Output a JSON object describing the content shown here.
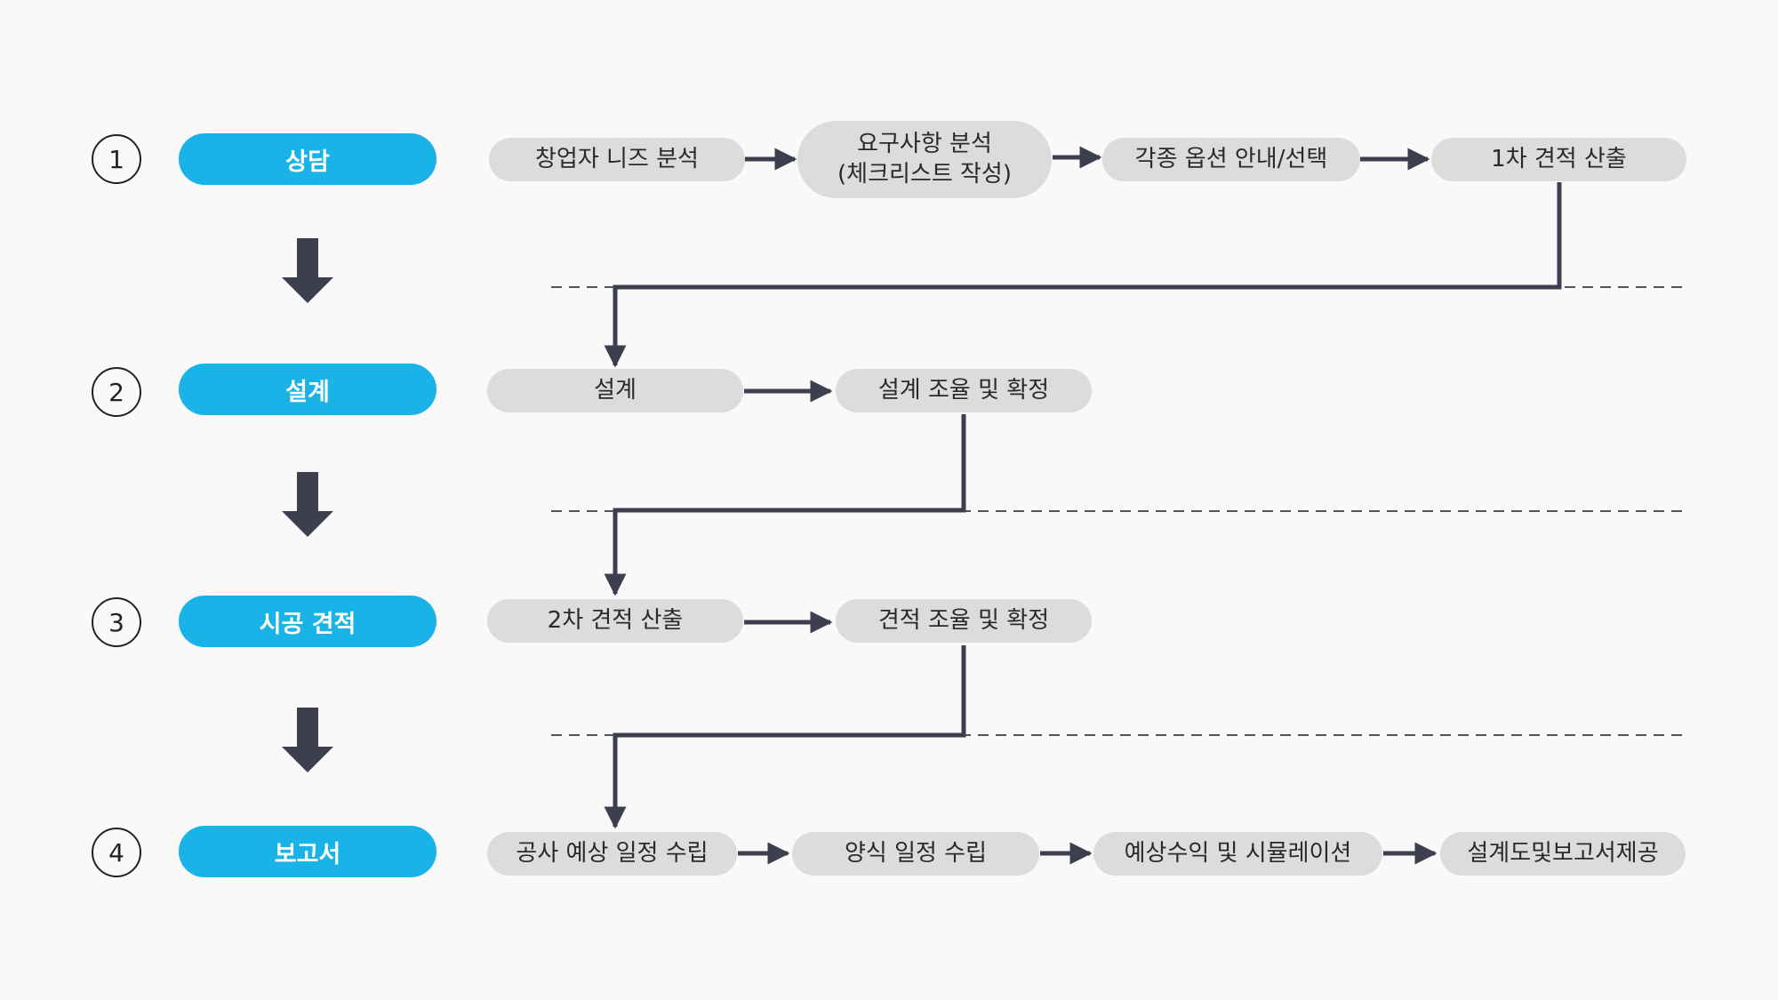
{
  "colors": {
    "stage": "#1ab3e8",
    "box": "#dcdcdc",
    "arrow": "#3d3f4f",
    "dash": "#555555"
  },
  "stages": [
    {
      "number": "1",
      "label": "상담"
    },
    {
      "number": "2",
      "label": "설계"
    },
    {
      "number": "3",
      "label": "시공 견적"
    },
    {
      "number": "4",
      "label": "보고서"
    }
  ],
  "row1": {
    "s1": "창업자 니즈 분석",
    "s2_line1": "요구사항 분석",
    "s2_line2": "(체크리스트 작성)",
    "s3": "각종 옵션 안내/선택",
    "s4": "1차 견적 산출"
  },
  "row2": {
    "s1": "설계",
    "s2": "설계 조율 및 확정"
  },
  "row3": {
    "s1": "2차 견적 산출",
    "s2": "견적 조율 및 확정"
  },
  "row4": {
    "s1": "공사 예상 일정 수립",
    "s2": "양식 일정 수립",
    "s3": "예상수익 및 시뮬레이션",
    "s4": "설계도및보고서제공"
  }
}
